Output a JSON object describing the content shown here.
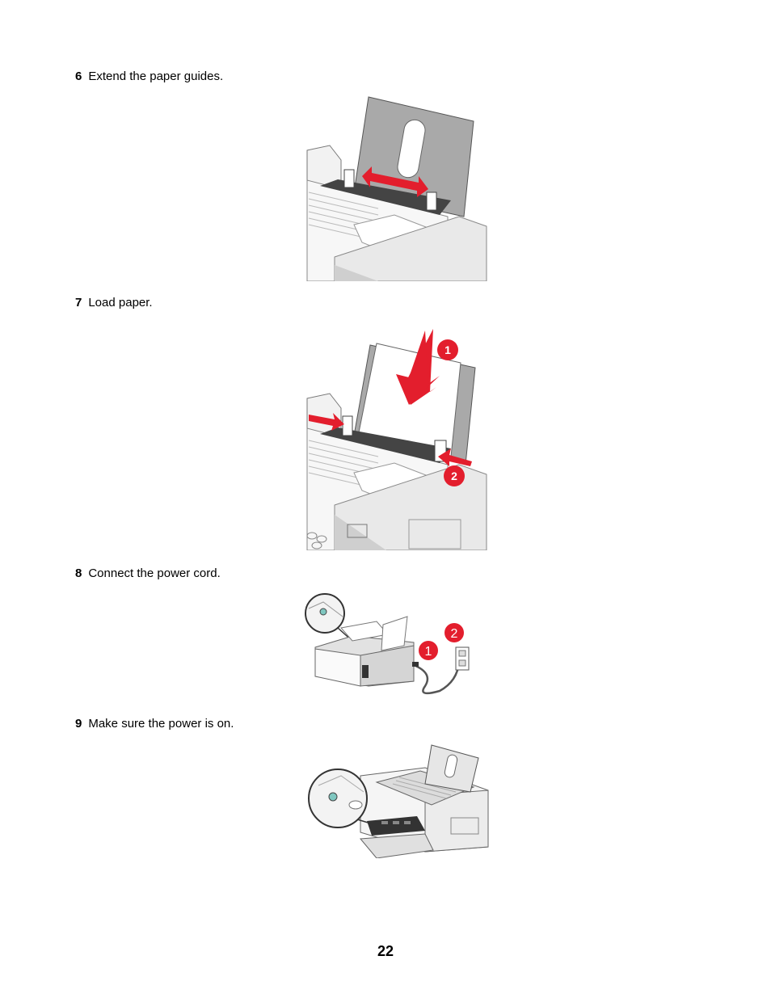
{
  "steps": [
    {
      "number": "6",
      "text": "Extend the paper guides."
    },
    {
      "number": "7",
      "text": "Load paper."
    },
    {
      "number": "8",
      "text": "Connect the power cord."
    },
    {
      "number": "9",
      "text": "Make sure the power is on."
    }
  ],
  "figures": {
    "load_paper": {
      "callout_1": "1",
      "callout_2": "2"
    },
    "power_cord": {
      "callout_1": "1",
      "callout_2": "2"
    }
  },
  "colors": {
    "accent_red": "#e31e2d",
    "printer_gray": "#a8a8a8"
  },
  "page_number": "22"
}
